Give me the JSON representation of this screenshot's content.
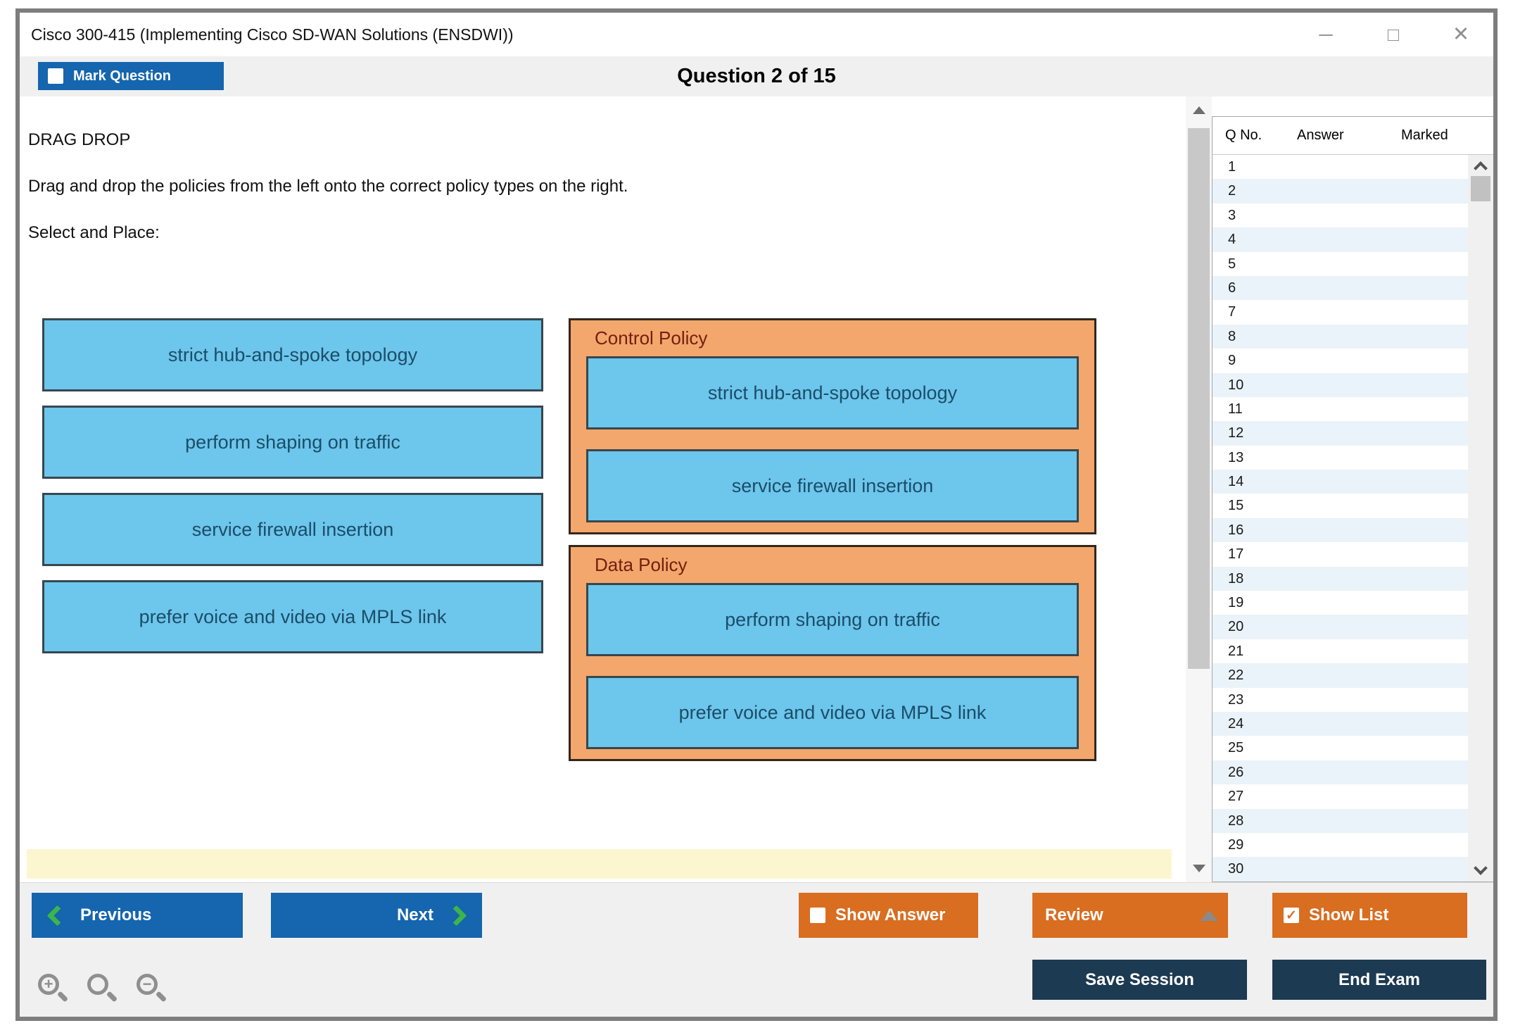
{
  "window": {
    "title": "Cisco 300-415 (Implementing Cisco SD-WAN Solutions (ENSDWI))",
    "controls": {
      "minimize": "─",
      "maximize": "□",
      "close": "✕"
    }
  },
  "header": {
    "mark_question_label": "Mark Question",
    "question_counter": "Question 2 of 15"
  },
  "question": {
    "type_label": "DRAG DROP",
    "instruction": "Drag and drop the policies from the left onto the correct policy types on the right.",
    "select_and_place": "Select and Place:",
    "sources": [
      "strict hub-and-spoke topology",
      "perform shaping on traffic",
      "service firewall insertion",
      "prefer voice and video via MPLS link"
    ],
    "targets": [
      {
        "title": "Control Policy",
        "items": [
          "strict hub-and-spoke topology",
          "service firewall insertion"
        ]
      },
      {
        "title": "Data Policy",
        "items": [
          "perform shaping on traffic",
          "prefer voice and video via MPLS link"
        ]
      }
    ]
  },
  "sidebar": {
    "columns": [
      "Q No.",
      "Answer",
      "Marked"
    ],
    "question_numbers": [
      "1",
      "2",
      "3",
      "4",
      "5",
      "6",
      "7",
      "8",
      "9",
      "10",
      "11",
      "12",
      "13",
      "14",
      "15",
      "16",
      "17",
      "18",
      "19",
      "20",
      "21",
      "22",
      "23",
      "24",
      "25",
      "26",
      "27",
      "28",
      "29",
      "30"
    ]
  },
  "footer": {
    "previous_label": "Previous",
    "next_label": "Next",
    "show_answer_label": "Show Answer",
    "review_label": "Review",
    "show_list_label": "Show List",
    "save_session_label": "Save Session",
    "end_exam_label": "End Exam",
    "show_list_checked": "✓"
  },
  "colors": {
    "accent_blue": "#1565af",
    "accent_orange": "#d96d20",
    "navy": "#1c3a52",
    "green": "#3cb54a",
    "box_blue": "#6dc6ec",
    "panel_orange": "#f3a76c",
    "highlight_yellow": "#fbf6cf"
  }
}
